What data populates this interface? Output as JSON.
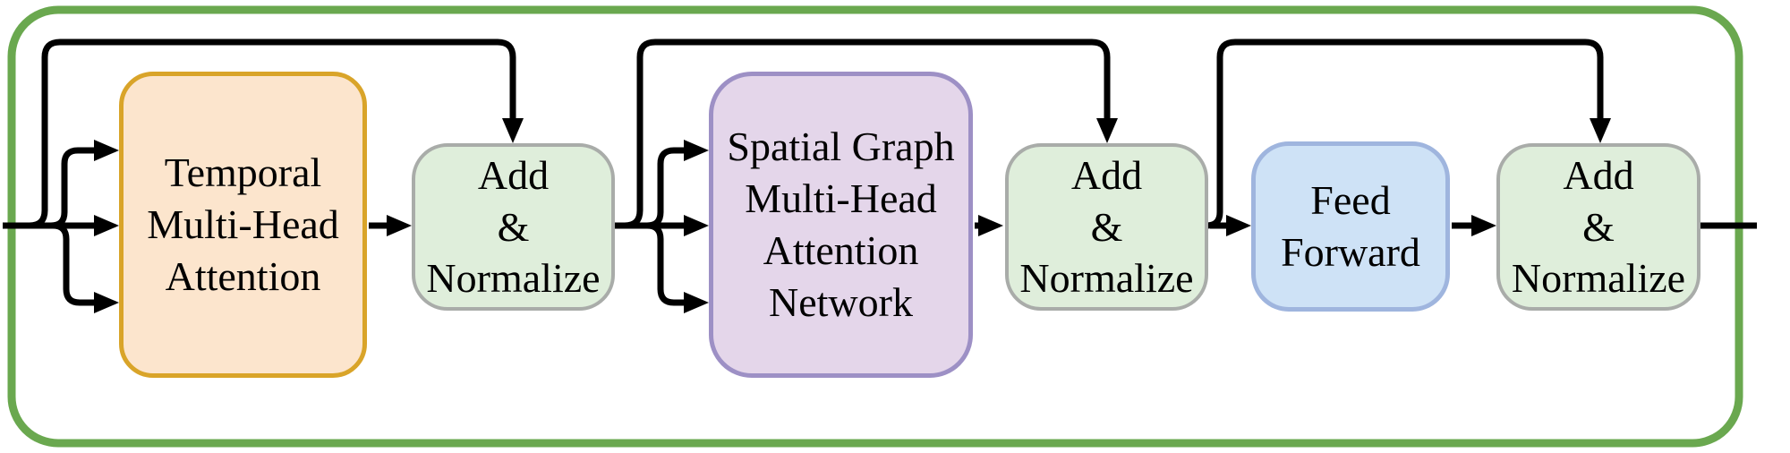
{
  "figure": {
    "type": "block-diagram",
    "frame_color": "#6aa84f",
    "connector_color": "#000000",
    "blocks": [
      {
        "id": "temporal-multi-head-attention",
        "label": "Temporal\nMulti-Head\nAttention",
        "fill": "#fce5cd",
        "border": "#d9a429"
      },
      {
        "id": "add-normalize-1",
        "label": "Add\n&\nNormalize",
        "fill": "#dfeedb",
        "border": "#a9aca9"
      },
      {
        "id": "spatial-graph-multi-head-attention-network",
        "label": "Spatial Graph\nMulti-Head\nAttention\nNetwork",
        "fill": "#e4d6ea",
        "border": "#9d90c5"
      },
      {
        "id": "add-normalize-2",
        "label": "Add\n&\nNormalize",
        "fill": "#dfeedb",
        "border": "#a9aca9"
      },
      {
        "id": "feed-forward",
        "label": "Feed\nForward",
        "fill": "#cee2f6",
        "border": "#9fb5de"
      },
      {
        "id": "add-normalize-3",
        "label": "Add\n&\nNormalize",
        "fill": "#dfeedb",
        "border": "#a9aca9"
      }
    ]
  }
}
